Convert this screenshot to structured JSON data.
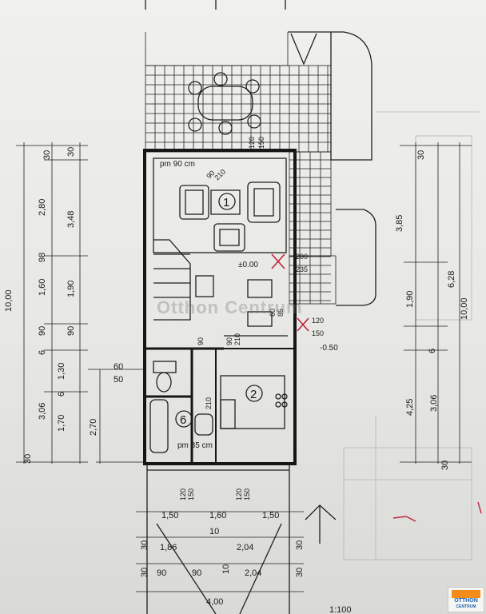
{
  "watermark": "Otthon Centrum",
  "logo": {
    "line1": "OTTHON",
    "line2": "CENTRUM",
    "accent": "#f28c1b",
    "brand": "#1d5ea8"
  },
  "plan": {
    "rooms": [
      "1",
      "2",
      "6"
    ],
    "labels": {
      "door_top": "pm 90 cm",
      "door_bottom": "pm 85 cm",
      "level_main": "±0.00",
      "level_out": "-0.50",
      "scale": "1:100"
    },
    "left_dims": {
      "outer_total": "10,00",
      "col1": [
        "30",
        "2,80",
        "98",
        "1,60",
        "90",
        "6",
        "3,06",
        "30"
      ],
      "col2": [
        "3,48",
        "1,90",
        "90",
        "1,30",
        "6",
        "1,70",
        "30"
      ],
      "col3": [
        "60",
        "50",
        "2,70"
      ]
    },
    "right_dims": {
      "outer_total": "10,00",
      "col1": [
        "30",
        "3,85",
        "1,90",
        "6",
        "4,25",
        "30"
      ],
      "col2": [
        "6,28",
        "3,06"
      ]
    },
    "interior_marks": [
      "90",
      "210",
      "150",
      "120",
      "200",
      "235",
      "85",
      "60",
      "90",
      "210",
      "90",
      "210",
      "120",
      "150",
      "120",
      "150",
      "120",
      "150"
    ],
    "bottom_dims": {
      "row1": [
        "1,50",
        "1,60",
        "1,50"
      ],
      "row2": [
        "30",
        "1,86",
        "10",
        "2,04",
        "30"
      ],
      "row3": [
        "30",
        "90",
        "90",
        "10",
        "2,04",
        "30"
      ],
      "total": "4,00"
    }
  }
}
